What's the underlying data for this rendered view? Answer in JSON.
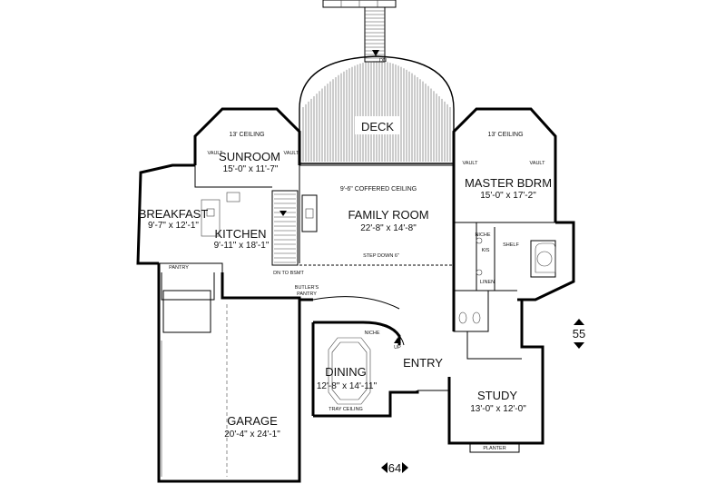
{
  "rooms": {
    "deck": {
      "name": "DECK"
    },
    "sunroom": {
      "name": "SUNROOM",
      "dims": "15'-0\" x 11'-7\"",
      "ceiling": "13' CEILING"
    },
    "breakfast": {
      "name": "BREAKFAST",
      "dims": "9'-7\" x 12'-1\""
    },
    "kitchen": {
      "name": "KITCHEN",
      "dims": "9'-11\" x 18'-1\""
    },
    "family_room": {
      "name": "FAMILY ROOM",
      "dims": "22'-8\" x 14'-8\"",
      "ceiling": "9'-6\" COFFERED CEILING",
      "note": "STEP DOWN 6\""
    },
    "master_bdrm": {
      "name": "MASTER BDRM",
      "dims": "15'-0\" x 17'-2\"",
      "ceiling": "13' CEILING"
    },
    "dining": {
      "name": "DINING",
      "dims": "12'-8\" x 14'-11\"",
      "ceiling": "TRAY CEILING"
    },
    "entry": {
      "name": "ENTRY"
    },
    "study": {
      "name": "STUDY",
      "dims": "13'-0\" x 12'-0\""
    },
    "garage": {
      "name": "GARAGE",
      "dims": "20'-4\" x 24'-1\""
    }
  },
  "small_labels": {
    "vault": "VAULT",
    "pantry": "PANTRY",
    "butlers_pantry": "BUTLER'S\nPANTRY",
    "dn_to_bsmt": "DN TO BSMT",
    "niche": "NICHE",
    "kis": "KIS",
    "shelf": "SHELF",
    "linen": "LINEN",
    "up": "UP",
    "dn": "DN",
    "planter": "PLANTER"
  },
  "dimensions": {
    "width": "64",
    "depth": "55"
  }
}
